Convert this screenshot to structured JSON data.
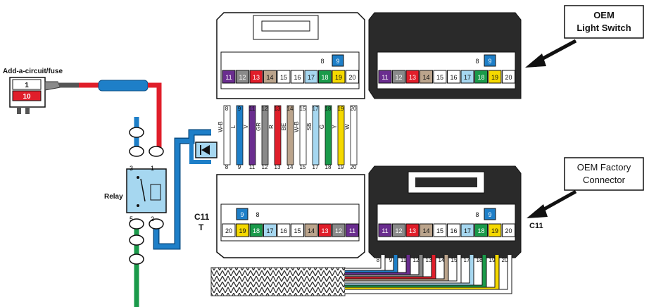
{
  "labels": {
    "add_a_circuit": "Add-a-circuit/fuse",
    "fuse_top": "1",
    "fuse_bottom": "10",
    "relay": "Relay",
    "relay_pin_3": "3",
    "relay_pin_1": "1",
    "relay_pin_5": "5",
    "relay_pin_2": "2",
    "c11_t_top": "C11",
    "c11_t_bottom": "T",
    "c11_right": "C11",
    "callout_switch_line1": "OEM",
    "callout_switch_line2": "Light Switch",
    "callout_factory_line1": "OEM Factory",
    "callout_factory_line2": "Connector"
  },
  "pins": {
    "harness_top_row": [
      {
        "n": "11",
        "bg": "#6a2d8f",
        "fg": "#ffffff"
      },
      {
        "n": "12",
        "bg": "#8a8a8a",
        "fg": "#ffffff"
      },
      {
        "n": "13",
        "bg": "#e01e2a",
        "fg": "#ffffff"
      },
      {
        "n": "14",
        "bg": "#bba48c",
        "fg": "#111111"
      },
      {
        "n": "15",
        "bg": "#ffffff",
        "fg": "#111111"
      },
      {
        "n": "16",
        "bg": "#ffffff",
        "fg": "#111111"
      },
      {
        "n": "17",
        "bg": "#a6d7f0",
        "fg": "#111111"
      },
      {
        "n": "18",
        "bg": "#1a9a4a",
        "fg": "#ffffff"
      },
      {
        "n": "19",
        "bg": "#f5d900",
        "fg": "#111111"
      },
      {
        "n": "20",
        "bg": "#ffffff",
        "fg": "#111111"
      }
    ],
    "harness_bottom_row": [
      {
        "n": "20",
        "bg": "#ffffff",
        "fg": "#111111"
      },
      {
        "n": "19",
        "bg": "#f5d900",
        "fg": "#111111"
      },
      {
        "n": "18",
        "bg": "#1a9a4a",
        "fg": "#ffffff"
      },
      {
        "n": "17",
        "bg": "#a6d7f0",
        "fg": "#111111"
      },
      {
        "n": "16",
        "bg": "#ffffff",
        "fg": "#111111"
      },
      {
        "n": "15",
        "bg": "#ffffff",
        "fg": "#111111"
      },
      {
        "n": "14",
        "bg": "#bba48c",
        "fg": "#111111"
      },
      {
        "n": "13",
        "bg": "#e01e2a",
        "fg": "#ffffff"
      },
      {
        "n": "12",
        "bg": "#8a8a8a",
        "fg": "#ffffff"
      },
      {
        "n": "11",
        "bg": "#6a2d8f",
        "fg": "#ffffff"
      }
    ],
    "pin_9": "9",
    "pin_8": "8"
  },
  "wire_labels": [
    {
      "pin": "8",
      "color": "W-B"
    },
    {
      "pin": "9",
      "color": "L"
    },
    {
      "pin": "11",
      "color": "V"
    },
    {
      "pin": "12",
      "color": "GR"
    },
    {
      "pin": "13",
      "color": "R"
    },
    {
      "pin": "14",
      "color": "BE"
    },
    {
      "pin": "15",
      "color": "W-B"
    },
    {
      "pin": "17",
      "color": "SB"
    },
    {
      "pin": "18",
      "color": "G"
    },
    {
      "pin": "19",
      "color": "Y"
    },
    {
      "pin": "20",
      "color": "W"
    }
  ],
  "wire_colors": {
    "blue": "#1e7fc8",
    "red": "#e01e2a",
    "green": "#1a9a4a",
    "purple": "#6a2d8f",
    "gray": "#8a8a8a",
    "tan": "#bba48c",
    "lightblue": "#a6d7f0",
    "yellow": "#f5d900",
    "connector_black": "#2a2a2a"
  }
}
